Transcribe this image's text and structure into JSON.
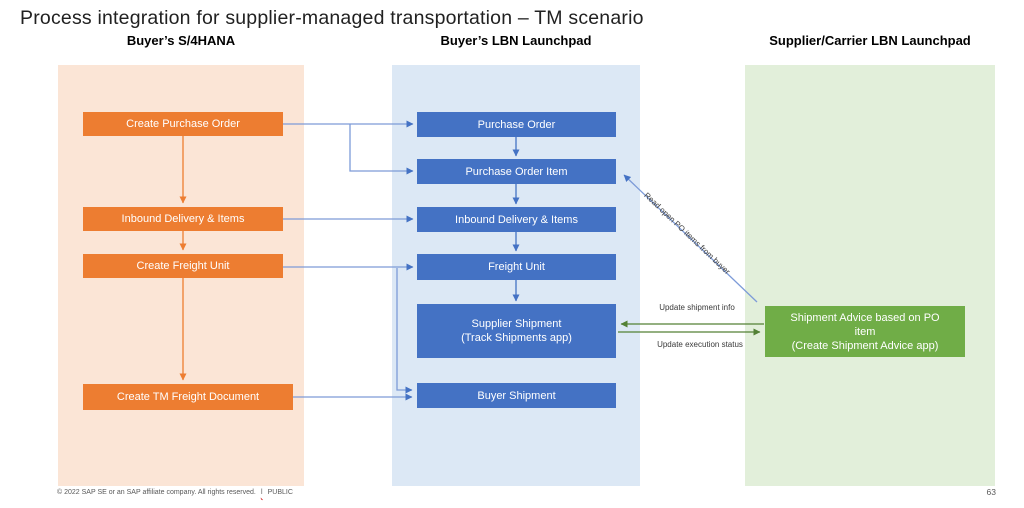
{
  "title": "Process integration for supplier-managed transportation – TM scenario",
  "columns": {
    "left": {
      "header": "Buyer’s S/4HANA",
      "boxes": {
        "create_po": "Create Purchase Order",
        "inbound_delivery": "Inbound Delivery & Items",
        "create_freight_unit": "Create Freight Unit",
        "create_tm_freight_doc": "Create TM Freight Document"
      }
    },
    "middle": {
      "header": "Buyer’s LBN Launchpad",
      "boxes": {
        "purchase_order": "Purchase Order",
        "purchase_order_item": "Purchase Order Item",
        "inbound_delivery": "Inbound Delivery & Items",
        "freight_unit": "Freight Unit",
        "supplier_shipment_line1": "Supplier Shipment",
        "supplier_shipment_line2": "(Track Shipments app)",
        "buyer_shipment": "Buyer Shipment"
      }
    },
    "right": {
      "header": "Supplier/Carrier LBN Launchpad",
      "boxes": {
        "shipment_advice_line1": "Shipment Advice based on PO item",
        "shipment_advice_line2": "(Create Shipment Advice app)"
      }
    }
  },
  "arrow_labels": {
    "read_open_po": "Read open PO items from buyer",
    "update_shipment_info": "Update shipment info",
    "update_execution_status": "Update execution status"
  },
  "footer": {
    "copyright": "© 2022 SAP SE or an SAP affiliate company. All rights reserved.",
    "separator": "ǀ",
    "classification": "PUBLIC",
    "page_number": "63"
  },
  "colors": {
    "orange_box": "#ED7D31",
    "orange_panel": "#FBE5D6",
    "blue_box": "#4472C4",
    "blue_panel": "#DCE8F5",
    "green_box": "#70AD47",
    "green_panel": "#E2EFDA",
    "connector_blue_light": "#7D9BD8",
    "connector_blue_dark": "#4472C4",
    "connector_orange": "#ED7D31",
    "connector_green": "#538135"
  }
}
